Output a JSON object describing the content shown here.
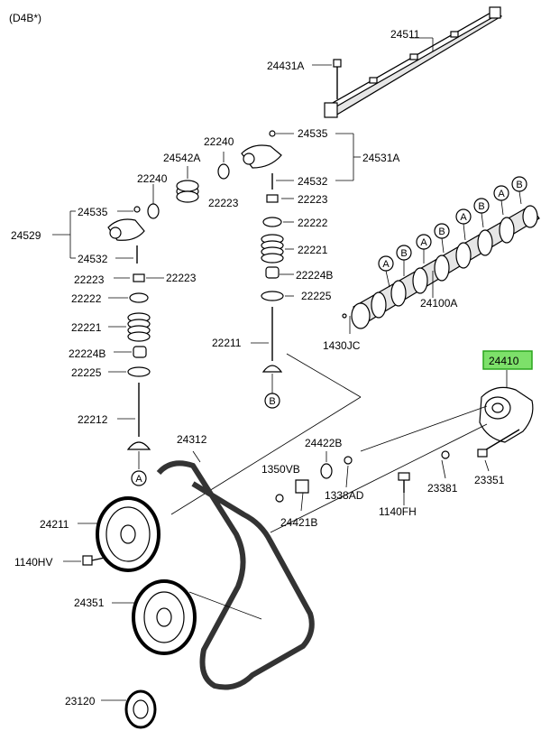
{
  "diagram": {
    "title": "(D4B*)",
    "highlighted_part": "24410",
    "parts": {
      "p24511": "24511",
      "p24431a": "24431A",
      "p24535_r": "24535",
      "p24531a": "24531A",
      "p22240_r": "22240",
      "p24542a": "24542A",
      "p24532_r": "24532",
      "p22240_l": "22240",
      "p22223_r1": "22223",
      "p22223_r2": "22223",
      "p24535_l": "24535",
      "p22222_r": "22222",
      "p24529": "24529",
      "p22221_r": "22221",
      "p24532_l": "24532",
      "p22223_l1": "22223",
      "p22223_l2": "22223",
      "p22224b_r": "22224B",
      "p22222_l": "22222",
      "p22225_r": "22225",
      "p24100a": "24100A",
      "p22221_l": "22221",
      "p22211": "22211",
      "p1430jc": "1430JC",
      "p22224b_l": "22224B",
      "p22225_l": "22225",
      "p24410": "24410",
      "p22212": "22212",
      "p24312": "24312",
      "p24422b": "24422B",
      "p1350vb": "1350VB",
      "p1338ad": "1338AD",
      "p23381": "23381",
      "p23351": "23351",
      "p24211": "24211",
      "p24421b": "24421B",
      "p1140fh": "1140FH",
      "p1140hv": "1140HV",
      "p24351": "24351",
      "p23120": "23120"
    },
    "markers": {
      "a": "A",
      "b": "B"
    }
  }
}
